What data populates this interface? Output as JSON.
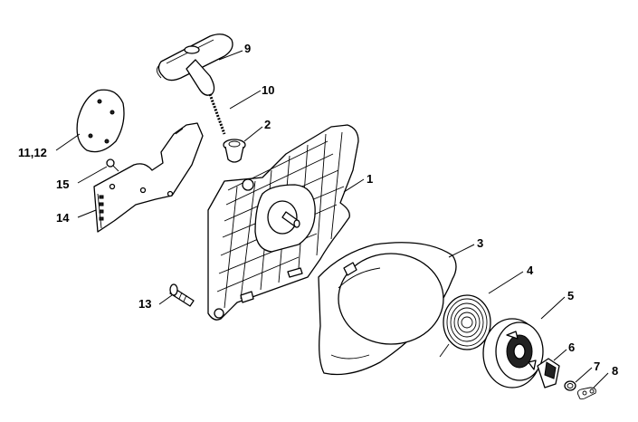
{
  "callouts": {
    "c1": "1",
    "c2": "2",
    "c3": "3",
    "c4": "4",
    "c5": "5",
    "c6": "6",
    "c7": "7",
    "c8": "8",
    "c9": "9",
    "c10": "10",
    "c11": "11,12",
    "c13": "13",
    "c14": "14",
    "c15": "15"
  }
}
